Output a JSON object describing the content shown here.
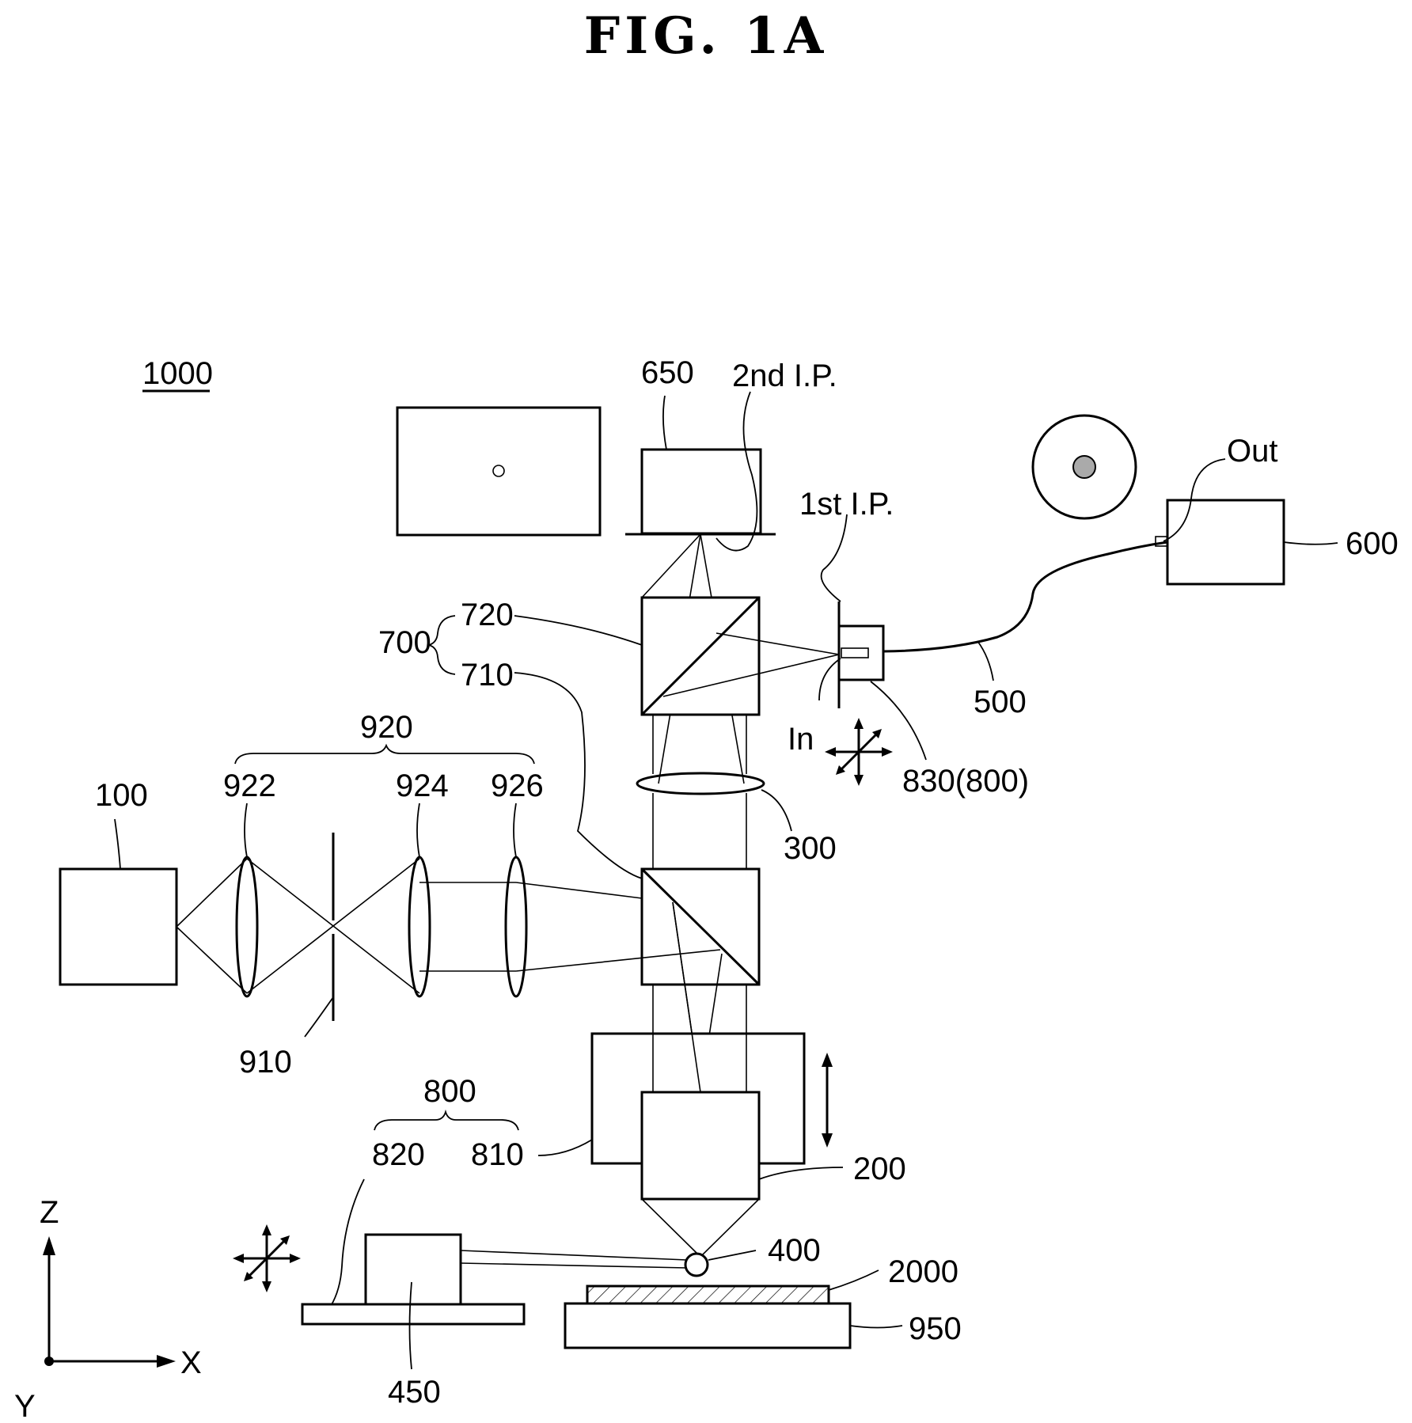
{
  "figure": {
    "title": "FIG.  1A"
  },
  "labels": {
    "system": "1000",
    "light_source": "100",
    "objective": "200",
    "lens_300": "300",
    "sample_spot": "400",
    "side_camera": "450",
    "fiber": "500",
    "spectrometer": "600",
    "camera_650": "650",
    "splitter_group": "700",
    "splitter_710": "710",
    "splitter_720": "720",
    "stage_group": "800",
    "stage_810": "810",
    "stage_820": "820",
    "fiber_stage": "830(800)",
    "pinhole": "910",
    "relay_group": "920",
    "lens_922": "922",
    "lens_924": "924",
    "lens_926": "926",
    "table": "950",
    "wafer": "2000",
    "second_image_plane": "2nd I.P.",
    "first_image_plane": "1st I.P.",
    "fiber_in": "In",
    "fiber_out": "Out",
    "axis_z": "Z",
    "axis_x": "X",
    "axis_y": "Y"
  }
}
